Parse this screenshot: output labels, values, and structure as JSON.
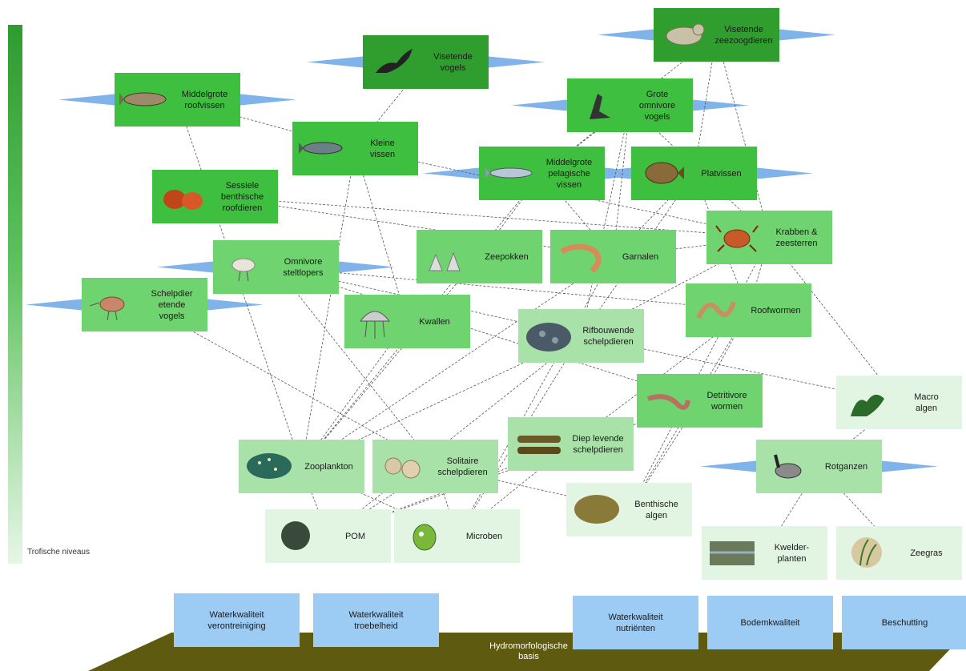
{
  "levels_label": "Trofische niveaus",
  "nodes": [
    {
      "id": "visetende_zeezoogdieren",
      "label": "Visetende\nzeezoogdieren",
      "icon": "seal-icon"
    },
    {
      "id": "visetende_vogels",
      "label": "Visetende\nvogels",
      "icon": "cormorant-icon"
    },
    {
      "id": "middelgrote_roofvissen",
      "label": "Middelgrote\nroofvissen",
      "icon": "cod-icon"
    },
    {
      "id": "grote_omnivore_vogels",
      "label": "Grote\nomnivore\nvogels",
      "icon": "gull-icon"
    },
    {
      "id": "kleine_vissen",
      "label": "Kleine\nvissen",
      "icon": "small-fish-icon"
    },
    {
      "id": "middelgrote_pelagische_vissen",
      "label": "Middelgrote\npelagische\nvissen",
      "icon": "herring-icon"
    },
    {
      "id": "platvissen",
      "label": "Platvissen",
      "icon": "flatfish-icon"
    },
    {
      "id": "sessiele_benthische_roofdieren",
      "label": "Sessiele\nbenthische\nroofdieren",
      "icon": "anemone-icon"
    },
    {
      "id": "krabben_zeesterren",
      "label": "Krabben &\nzeesterren",
      "icon": "crab-icon"
    },
    {
      "id": "zeepokken",
      "label": "Zeepokken",
      "icon": "barnacle-icon"
    },
    {
      "id": "garnalen",
      "label": "Garnalen",
      "icon": "shrimp-icon"
    },
    {
      "id": "omnivore_steltlopers",
      "label": "Omnivore\nsteltlopers",
      "icon": "sanderling-icon"
    },
    {
      "id": "schelpdier_etende_vogels",
      "label": "Schelpdier\netende\nvogels",
      "icon": "knot-bird-icon"
    },
    {
      "id": "kwallen",
      "label": "Kwallen",
      "icon": "jellyfish-icon"
    },
    {
      "id": "rifbouwende_schelpdieren",
      "label": "Rifbouwende\nschelpdieren",
      "icon": "mussel-reef-icon"
    },
    {
      "id": "roofwormen",
      "label": "Roofwormen",
      "icon": "ragworm-icon"
    },
    {
      "id": "detritivore_wormen",
      "label": "Detritivore\nwormen",
      "icon": "lugworm-icon"
    },
    {
      "id": "macro_algen",
      "label": "Macro\nalgen",
      "icon": "seaweed-icon"
    },
    {
      "id": "zooplankton",
      "label": "Zooplankton",
      "icon": "plankton-icon"
    },
    {
      "id": "solitaire_schelpdieren",
      "label": "Solitaire\nschelpdieren",
      "icon": "cockle-icon"
    },
    {
      "id": "diep_levende_schelpdieren",
      "label": "Diep levende\nschelpdieren",
      "icon": "razor-clam-icon"
    },
    {
      "id": "rotganzen",
      "label": "Rotganzen",
      "icon": "brent-goose-icon"
    },
    {
      "id": "benthische_algen",
      "label": "Benthische\nalgen",
      "icon": "diatom-mat-icon"
    },
    {
      "id": "pom",
      "label": "POM",
      "icon": "organic-matter-icon"
    },
    {
      "id": "microben",
      "label": "Microben",
      "icon": "microbe-icon"
    },
    {
      "id": "kwelderplanten",
      "label": "Kwelder-\nplanten",
      "icon": "saltmarsh-icon"
    },
    {
      "id": "zeegras",
      "label": "Zeegras",
      "icon": "seagrass-icon"
    }
  ],
  "base_boxes": [
    {
      "id": "verontreiniging",
      "label": "Waterkwaliteit\nverontreiniging"
    },
    {
      "id": "troebelheid",
      "label": "Waterkwaliteit\ntroebelheid"
    },
    {
      "id": "nutrienten",
      "label": "Waterkwaliteit\nnutriënten"
    },
    {
      "id": "bodem",
      "label": "Bodemkwaliteit"
    },
    {
      "id": "beschutting",
      "label": "Beschutting"
    }
  ],
  "hydro_label": "Hydromorfologische\nbasis",
  "colors": {
    "level1": "#2f9e2f",
    "level2": "#3fbf3f",
    "level3": "#6fd36f",
    "level4": "#a8e2a8",
    "level5": "#e2f5e2",
    "base_box": "#9ccbf4",
    "hydro_platform": "#5e5a0f",
    "migration_arrow": "#7fb3ea"
  },
  "links": [
    [
      "visetende_zeezoogdieren",
      "middelgrote_pelagische_vissen"
    ],
    [
      "visetende_zeezoogdieren",
      "platvissen"
    ],
    [
      "visetende_zeezoogdieren",
      "krabben_zeesterren"
    ],
    [
      "visetende_vogels",
      "kleine_vissen"
    ],
    [
      "middelgrote_roofvissen",
      "kleine_vissen"
    ],
    [
      "middelgrote_roofvissen",
      "zooplankton"
    ],
    [
      "grote_omnivore_vogels",
      "middelgrote_pelagische_vissen"
    ],
    [
      "grote_omnivore_vogels",
      "krabben_zeesterren"
    ],
    [
      "grote_omnivore_vogels",
      "rifbouwende_schelpdieren"
    ],
    [
      "grote_omnivore_vogels",
      "garnalen"
    ],
    [
      "kleine_vissen",
      "krabben_zeesterren"
    ],
    [
      "kleine_vissen",
      "zooplankton"
    ],
    [
      "kleine_vissen",
      "kwallen"
    ],
    [
      "middelgrote_pelagische_vissen",
      "zeepokken"
    ],
    [
      "middelgrote_pelagische_vissen",
      "garnalen"
    ],
    [
      "middelgrote_pelagische_vissen",
      "zooplankton"
    ],
    [
      "platvissen",
      "garnalen"
    ],
    [
      "platvissen",
      "roofwormen"
    ],
    [
      "platvissen",
      "rifbouwende_schelpdieren"
    ],
    [
      "sessiele_benthische_roofdieren",
      "krabben_zeesterren"
    ],
    [
      "sessiele_benthische_roofdieren",
      "garnalen"
    ],
    [
      "krabben_zeesterren",
      "garnalen"
    ],
    [
      "krabben_zeesterren",
      "roofwormen"
    ],
    [
      "krabben_zeesterren",
      "rifbouwende_schelpdieren"
    ],
    [
      "krabben_zeesterren",
      "macro_algen"
    ],
    [
      "krabben_zeesterren",
      "benthische_algen"
    ],
    [
      "zeepokken",
      "zooplankton"
    ],
    [
      "garnalen",
      "zooplankton"
    ],
    [
      "garnalen",
      "microben"
    ],
    [
      "omnivore_steltlopers",
      "roofwormen"
    ],
    [
      "omnivore_steltlopers",
      "rifbouwende_schelpdieren"
    ],
    [
      "omnivore_steltlopers",
      "solitaire_schelpdieren"
    ],
    [
      "omnivore_steltlopers",
      "detritivore_wormen"
    ],
    [
      "schelpdier_etende_vogels",
      "solitaire_schelpdieren"
    ],
    [
      "kwallen",
      "zooplankton"
    ],
    [
      "rifbouwende_schelpdieren",
      "pom"
    ],
    [
      "rifbouwende_schelpdieren",
      "zooplankton"
    ],
    [
      "rifbouwende_schelpdieren",
      "microben"
    ],
    [
      "rifbouwende_schelpdieren",
      "macro_algen"
    ],
    [
      "roofwormen",
      "detritivore_wormen"
    ],
    [
      "roofwormen",
      "diep_levende_schelpdieren"
    ],
    [
      "roofwormen",
      "benthische_algen"
    ],
    [
      "detritivore_wormen",
      "pom"
    ],
    [
      "detritivore_wormen",
      "benthische_algen"
    ],
    [
      "macro_algen",
      "rotganzen"
    ],
    [
      "zooplankton",
      "pom"
    ],
    [
      "zooplankton",
      "microben"
    ],
    [
      "solitaire_schelpdieren",
      "microben"
    ],
    [
      "solitaire_schelpdieren",
      "pom"
    ],
    [
      "solitaire_schelpdieren",
      "benthische_algen"
    ],
    [
      "diep_levende_schelpdieren",
      "pom"
    ],
    [
      "diep_levende_schelpdieren",
      "microben"
    ],
    [
      "rotganzen",
      "kwelderplanten"
    ],
    [
      "rotganzen",
      "zeegras"
    ]
  ]
}
